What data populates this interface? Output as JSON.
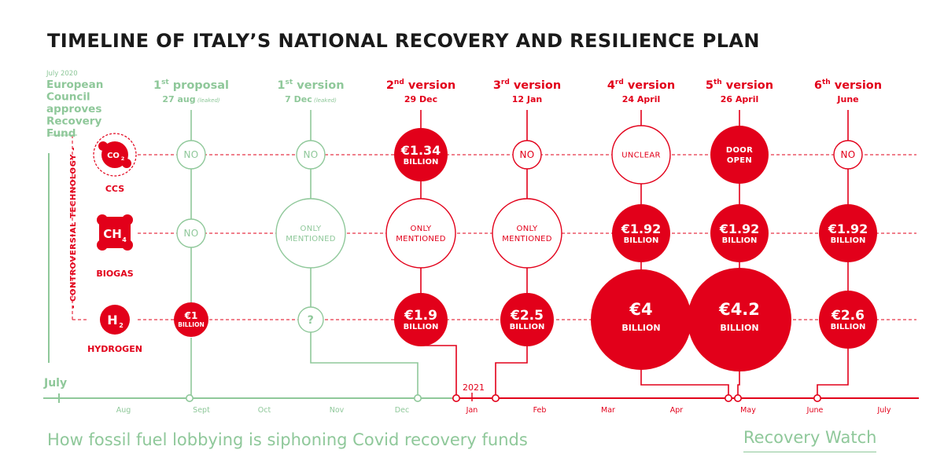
{
  "title": "TIMELINE OF ITALY’S NATIONAL RECOVERY AND RESILIENCE PLAN",
  "subtitle": "How fossil fuel lobbying is siphoning Covid recovery funds",
  "brand": "Recovery Watch",
  "colors": {
    "green": "#8fc89a",
    "red": "#e2001a",
    "dark": "#1a1a1a"
  },
  "vertical_label": "- CONTROVERSIAL TECHNOLOGY -",
  "council": {
    "date": "July 2020",
    "lines": [
      "European",
      "Council",
      "approves",
      "Recovery",
      "Fund"
    ]
  },
  "technologies": [
    {
      "id": "ccs",
      "icon": "co2-icon",
      "symbol": "CO",
      "sub": "2",
      "label": "CCS"
    },
    {
      "id": "biogas",
      "icon": "ch4-icon",
      "symbol": "CH",
      "sub": "4",
      "label": "BIOGAS"
    },
    {
      "id": "hydrogen",
      "icon": "h2-icon",
      "symbol": "H",
      "sub": "2",
      "label": "HYDROGEN"
    }
  ],
  "versions": [
    {
      "n": "1",
      "sup": "st",
      "word": "proposal",
      "date": "27 aug",
      "note": "(leaked)",
      "status": "green",
      "cells": [
        {
          "text": "NO",
          "style": "outline"
        },
        {
          "text": "NO",
          "style": "outline"
        },
        {
          "amount": "€1",
          "unit": "BILLION",
          "style": "filled"
        }
      ]
    },
    {
      "n": "1",
      "sup": "st",
      "word": "version",
      "date": "7 Dec",
      "note": "(leaked)",
      "status": "green",
      "cells": [
        {
          "text": "NO",
          "style": "outline"
        },
        {
          "text": "ONLY\nMENTIONED",
          "style": "outline"
        },
        {
          "text": "?",
          "style": "question"
        }
      ]
    },
    {
      "n": "2",
      "sup": "nd",
      "word": "version",
      "date": "29 Dec",
      "note": "",
      "status": "red",
      "cells": [
        {
          "amount": "€1.34",
          "unit": "BILLION",
          "style": "filled"
        },
        {
          "text": "ONLY\nMENTIONED",
          "style": "outline"
        },
        {
          "amount": "€1.9",
          "unit": "BILLION",
          "style": "filled"
        }
      ]
    },
    {
      "n": "3",
      "sup": "rd",
      "word": "version",
      "date": "12 Jan",
      "note": "",
      "status": "red",
      "cells": [
        {
          "text": "NO",
          "style": "outline"
        },
        {
          "text": "ONLY\nMENTIONED",
          "style": "outline"
        },
        {
          "amount": "€2.5",
          "unit": "BILLION",
          "style": "filled"
        }
      ]
    },
    {
      "n": "4",
      "sup": "rd",
      "word": "version",
      "date": "24 April",
      "note": "",
      "status": "red",
      "cells": [
        {
          "text": "UNCLEAR",
          "style": "outline"
        },
        {
          "amount": "€1.92",
          "unit": "BILLION",
          "style": "filled"
        },
        {
          "amount": "€4",
          "unit": "BILLION",
          "style": "filled"
        }
      ]
    },
    {
      "n": "5",
      "sup": "th",
      "word": "version",
      "date": "26 April",
      "note": "",
      "status": "red",
      "cells": [
        {
          "text": "DOOR\nOPEN",
          "style": "filled"
        },
        {
          "amount": "€1.92",
          "unit": "BILLION",
          "style": "filled"
        },
        {
          "amount": "€4.2",
          "unit": "BILLION",
          "style": "filled"
        }
      ]
    },
    {
      "n": "6",
      "sup": "th",
      "word": "version",
      "date": "June",
      "note": "",
      "status": "red",
      "cells": [
        {
          "text": "NO",
          "style": "outline"
        },
        {
          "amount": "€1.92",
          "unit": "BILLION",
          "style": "filled"
        },
        {
          "amount": "€2.6",
          "unit": "BILLION",
          "style": "filled"
        }
      ]
    }
  ],
  "timeline": {
    "start_label": "July",
    "year_label": "2021",
    "months": [
      "Aug",
      "Sept",
      "Oct",
      "Nov",
      "Dec",
      "Jan",
      "Feb",
      "Mar",
      "Apr",
      "May",
      "June",
      "July"
    ]
  }
}
